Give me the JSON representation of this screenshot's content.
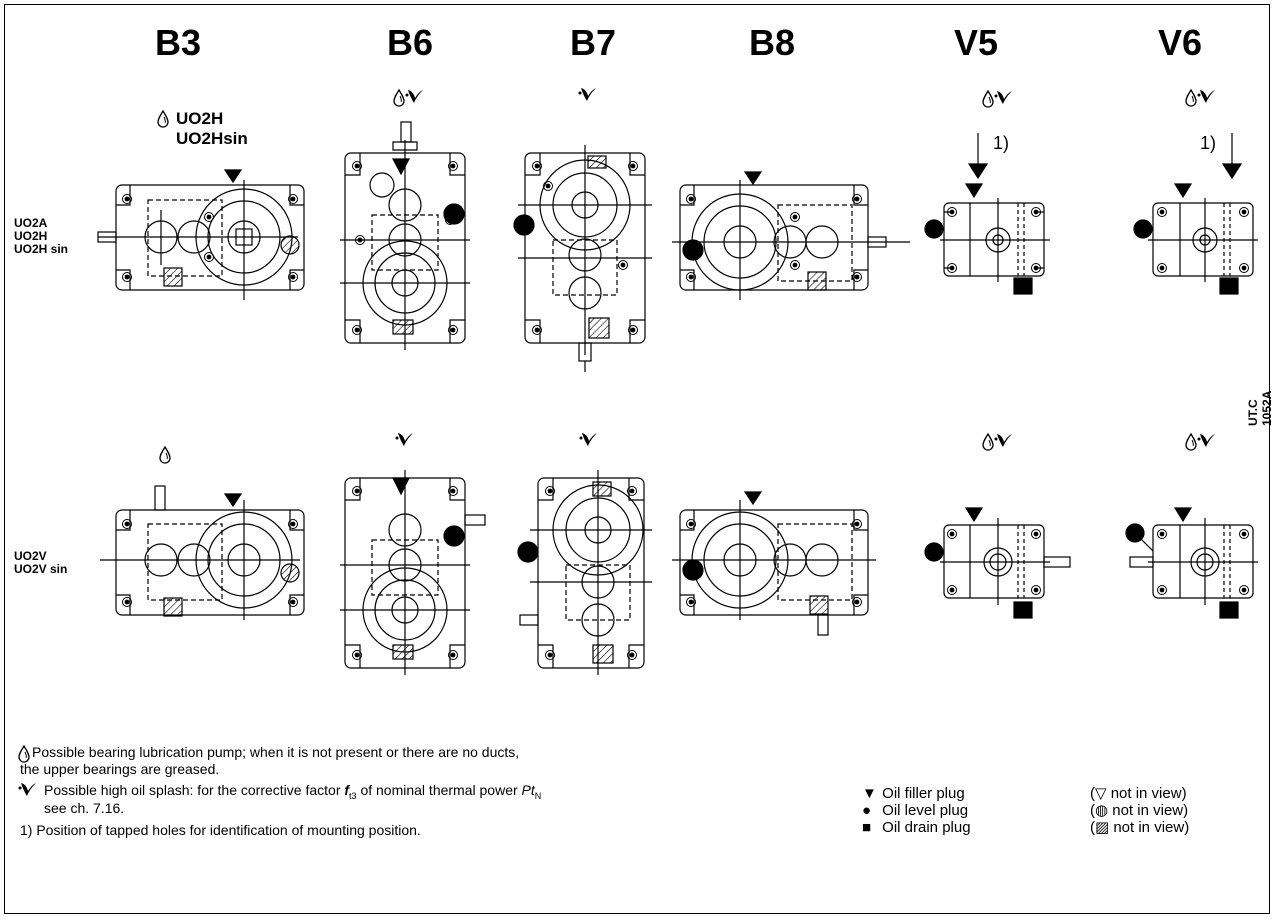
{
  "columns": [
    "B3",
    "B6",
    "B7",
    "B8",
    "V5",
    "V6"
  ],
  "row_labels": {
    "top": [
      "UO2A",
      "UO2H",
      "UO2H sin"
    ],
    "bottom": [
      "UO2V",
      "UO2V sin"
    ]
  },
  "pump_labels": [
    "UO2H",
    "UO2Hsin"
  ],
  "reference": "UT.C 1052A",
  "note_markers": {
    "top_v5": "1)",
    "top_v6": "1)"
  },
  "notes": {
    "pump": "Possible bearing lubrication pump; when it is not present or there are no ducts,",
    "pump_2": "the upper bearings are greased.",
    "splash": "Possible high oil splash: for the corrective factor",
    "splash_factor": "f",
    "splash_factor_sub": "t3",
    "splash_mid": "of nominal thermal power",
    "splash_power": "Pt",
    "splash_power_sub": "N",
    "splash_2": "see ch. 7.16.",
    "position": "1) Position of tapped holes for identification of mounting position."
  },
  "legend": [
    {
      "symbol": "▼",
      "label": "Oil filler plug",
      "note": "(▽ not in view)"
    },
    {
      "symbol": "●",
      "label": "Oil level plug",
      "note": "(◍ not  in view)"
    },
    {
      "symbol": "■",
      "label": "Oil drain plug",
      "note": "(▨ not in view)"
    }
  ],
  "icons": {
    "pump": "drop-icon",
    "splash": "splash-icon"
  }
}
